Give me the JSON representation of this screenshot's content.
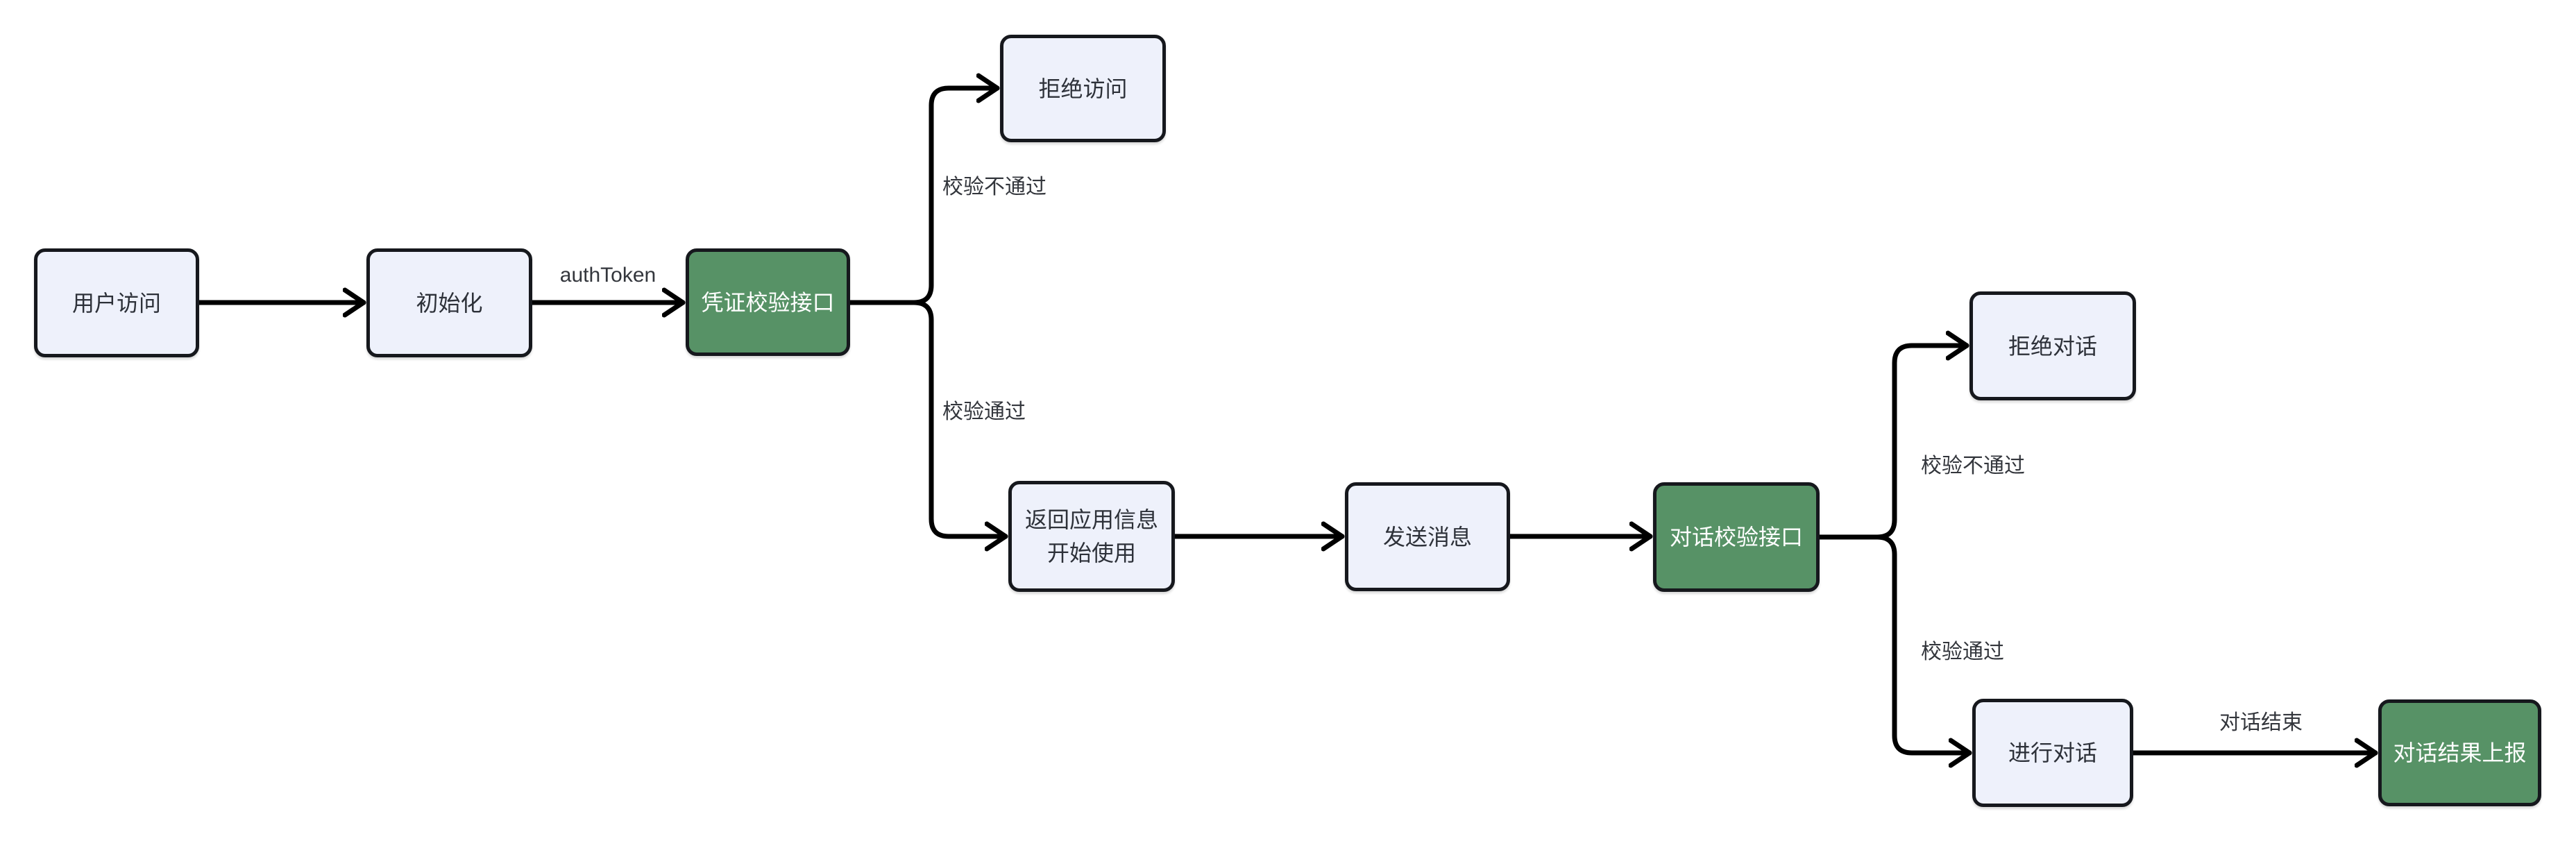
{
  "diagram": {
    "type": "flowchart",
    "background": "#ffffff",
    "colors": {
      "node_fill": "#eef1fb",
      "node_stroke": "#16181d",
      "accent_fill": "#579266",
      "accent_text": "#ffffff",
      "node_text": "#2d3139",
      "edge_stroke": "#000000",
      "edge_label_text": "#33363c"
    },
    "nodes": [
      {
        "id": "user-access",
        "label": "用户访问",
        "variant": "light"
      },
      {
        "id": "init",
        "label": "初始化",
        "variant": "light"
      },
      {
        "id": "credential-check-api",
        "label": "凭证校验接口",
        "variant": "green"
      },
      {
        "id": "deny-access",
        "label": "拒绝访问",
        "variant": "light"
      },
      {
        "id": "return-app-info",
        "lines": [
          "返回应用信息",
          "开始使用"
        ],
        "variant": "light"
      },
      {
        "id": "send-message",
        "label": "发送消息",
        "variant": "light"
      },
      {
        "id": "dialog-check-api",
        "label": "对话校验接口",
        "variant": "green"
      },
      {
        "id": "deny-dialog",
        "label": "拒绝对话",
        "variant": "light"
      },
      {
        "id": "do-dialog",
        "label": "进行对话",
        "variant": "light"
      },
      {
        "id": "report-dialog-result",
        "label": "对话结果上报",
        "variant": "green"
      }
    ],
    "edges": [
      {
        "from": "user-access",
        "to": "init",
        "label": ""
      },
      {
        "from": "init",
        "to": "credential-check-api",
        "label": "authToken"
      },
      {
        "from": "credential-check-api",
        "to": "deny-access",
        "label": "校验不通过"
      },
      {
        "from": "credential-check-api",
        "to": "return-app-info",
        "label": "校验通过"
      },
      {
        "from": "return-app-info",
        "to": "send-message",
        "label": ""
      },
      {
        "from": "send-message",
        "to": "dialog-check-api",
        "label": ""
      },
      {
        "from": "dialog-check-api",
        "to": "deny-dialog",
        "label": "校验不通过"
      },
      {
        "from": "dialog-check-api",
        "to": "do-dialog",
        "label": "校验通过"
      },
      {
        "from": "do-dialog",
        "to": "report-dialog-result",
        "label": "对话结束"
      }
    ]
  }
}
